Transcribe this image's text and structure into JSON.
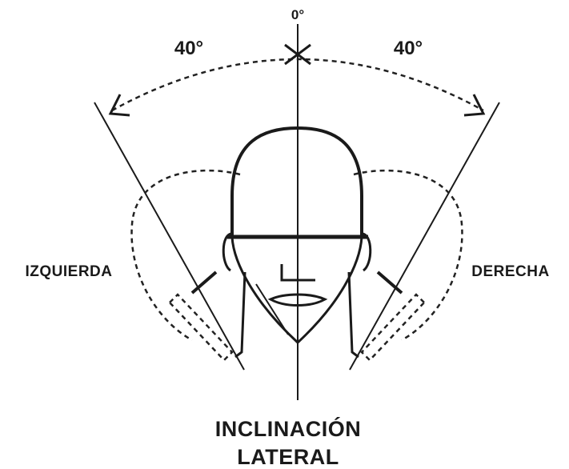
{
  "diagram": {
    "center_angle_label": "0°",
    "left_angle_label": "40°",
    "right_angle_label": "40°",
    "left_side_label": "IZQUIERDA",
    "right_side_label": "DERECHA",
    "title_line_1": "INCLINACIÓN",
    "title_line_2": "LATERAL",
    "tilt_left_degrees": 40,
    "tilt_right_degrees": 40,
    "line_color": "#1a1a1a",
    "background": "#ffffff"
  }
}
